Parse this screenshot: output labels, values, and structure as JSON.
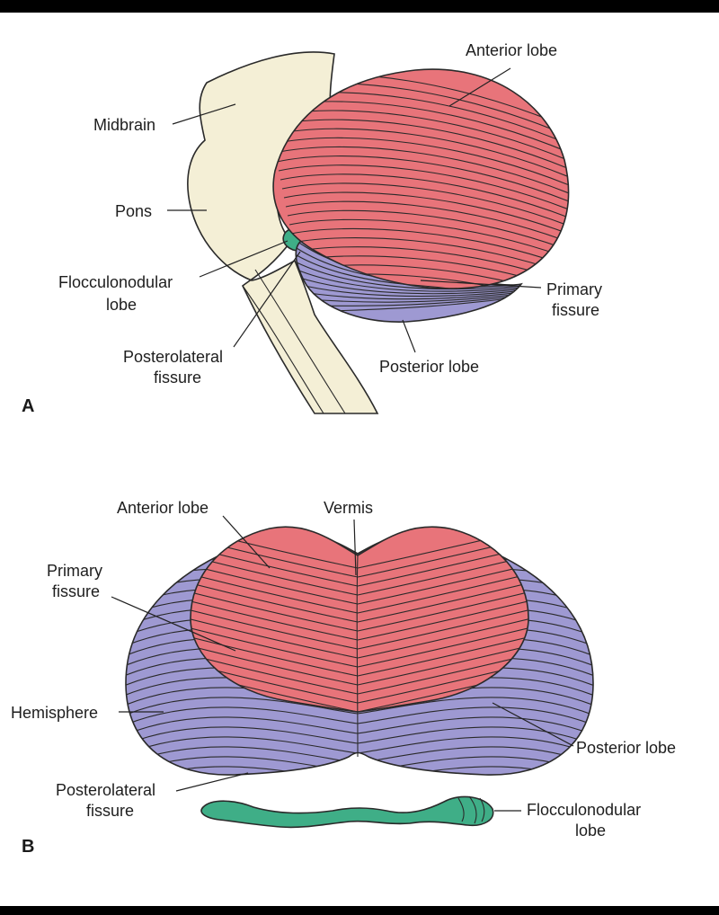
{
  "colors": {
    "anterior_lobe": "#e8747a",
    "posterior_lobe": "#9e99d2",
    "flocculonodular_lobe": "#3fae87",
    "brainstem": "#f4efd6",
    "background": "#ffffff",
    "frame": "#000000"
  },
  "panel_a": {
    "letter": "A",
    "labels": {
      "midbrain": "Midbrain",
      "pons": "Pons",
      "flocculonodular_1": "Flocculonodular",
      "flocculonodular_2": "lobe",
      "posterolateral_1": "Posterolateral",
      "posterolateral_2": "fissure",
      "anterior_lobe": "Anterior lobe",
      "primary_1": "Primary",
      "primary_2": "fissure",
      "posterior_lobe": "Posterior lobe"
    }
  },
  "panel_b": {
    "letter": "B",
    "labels": {
      "anterior_lobe": "Anterior lobe",
      "vermis": "Vermis",
      "primary_1": "Primary",
      "primary_2": "fissure",
      "hemisphere": "Hemisphere",
      "posterior_lobe": "Posterior lobe",
      "posterolateral_1": "Posterolateral",
      "posterolateral_2": "fissure",
      "flocculonodular_1": "Flocculonodular",
      "flocculonodular_2": "lobe"
    }
  }
}
